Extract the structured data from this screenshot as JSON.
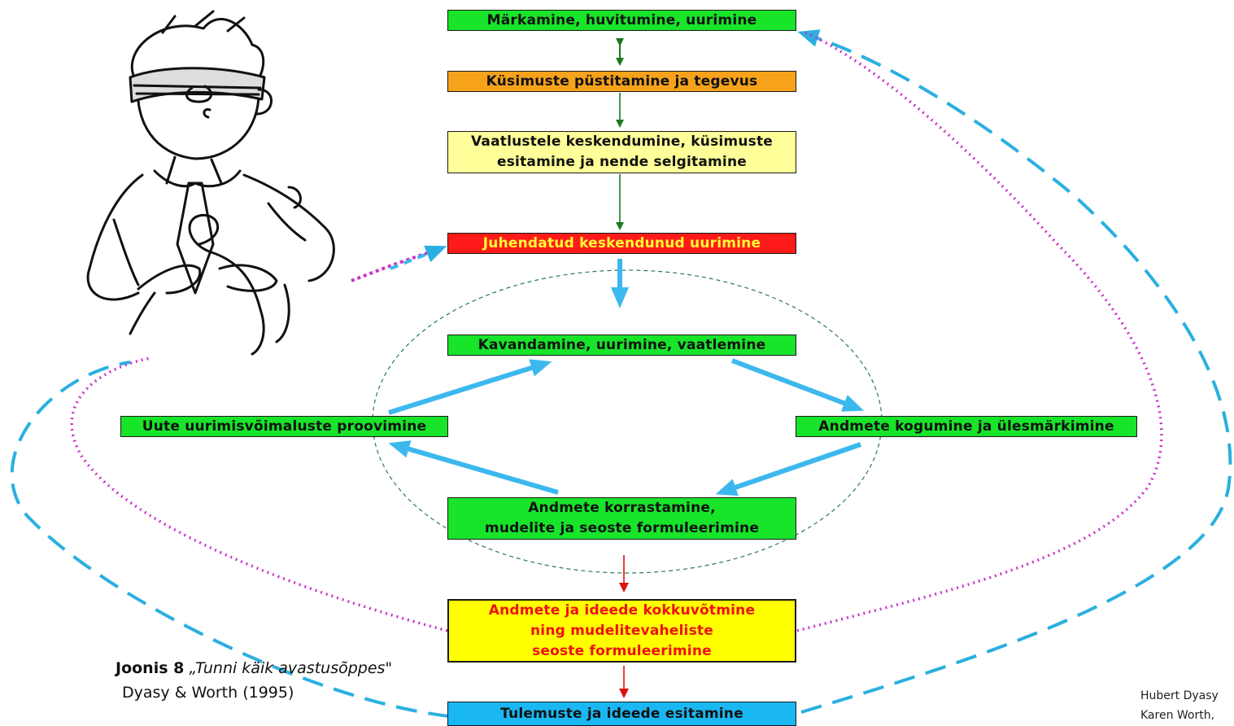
{
  "colors": {
    "green": "#18e42a",
    "orange": "#f7a21b",
    "light_yellow": "#ffff99",
    "red": "#ff1a1a",
    "yellow": "#ffff00",
    "blue": "#1ab8f2",
    "arrow_blue": "#3cb8ee",
    "dash_blue": "#2ab0e0",
    "dot_magenta": "#cc33cc",
    "arrow_green": "#1a7a1a",
    "arrow_red": "#dd1111",
    "ellipse": "#2a7a5a"
  },
  "boxes": {
    "b1": "Märkamine, huvitumine, uurimine",
    "b2": "Küsimuste püstitamine ja tegevus",
    "b3": "Vaatlustele keskendumine, küsimuste\nesitamine ja nende selgitamine",
    "b4": "Juhendatud keskendunud uurimine",
    "b5": "Kavandamine, uurimine, vaatlemine",
    "b6": "Andmete kogumine ja ülesmärkimine",
    "b7": "Andmete korrastamine,\nmudelite ja seoste formuleerimine",
    "b8": "Uute uurimisvõimaluste proovimine",
    "b9": "Andmete ja ideede kokkuvõtmine\nning mudelitevaheliste\nseoste formuleerimine",
    "b10": "Tulemuste ja ideede esitamine"
  },
  "caption": {
    "label": "Joonis 8",
    "title": "„Tunni käik avastusõppes\"",
    "source": "Dyasy & Worth (1995)"
  },
  "credit": {
    "line1": "Hubert Dyasy",
    "line2": "Karen Worth,"
  },
  "illustration": {
    "icon": "scout-boy-icon"
  }
}
